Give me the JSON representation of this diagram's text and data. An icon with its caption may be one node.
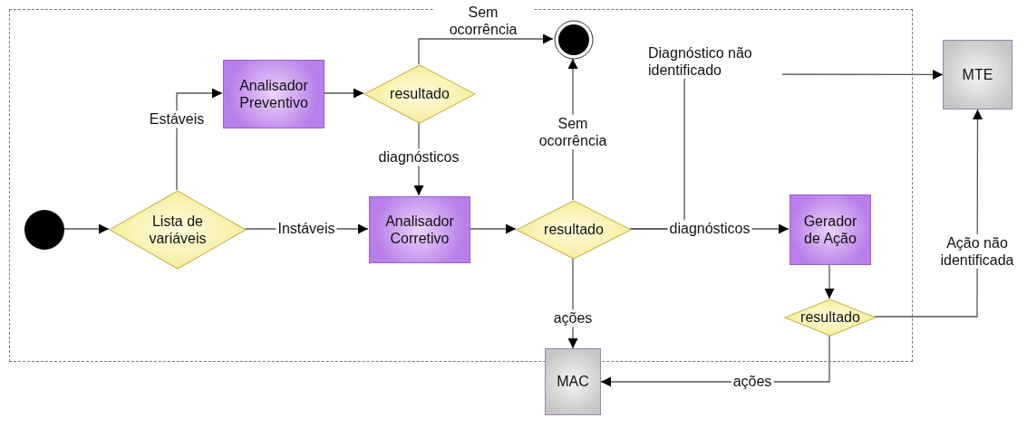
{
  "diagram": {
    "nodes": [
      {
        "text": [],
        "shape": "box"
      },
      {
        "text": [],
        "shape": "circle",
        "in": 0
      },
      {
        "text": [
          "Lista de variáveis"
        ],
        "in": 0
      },
      {
        "text": [
          "Analisador Preventivo"
        ],
        "in": 0
      },
      {
        "text": [
          "resultado"
        ],
        "in": 0
      },
      {
        "text": [],
        "shape": "circle",
        "in": 0
      },
      {
        "text": [
          "Analisador Corretivo"
        ],
        "in": 0
      },
      {
        "text": [
          "resultado"
        ],
        "in": 0
      },
      {
        "text": [
          "Gerador de Ação"
        ],
        "in": 0
      },
      {
        "text": [
          "resultado"
        ],
        "in": 0
      },
      {
        "text": [
          "MTE"
        ]
      },
      {
        "text": [
          "MAC"
        ]
      }
    ],
    "edges": [
      {
        "from": 1,
        "to": 2,
        "arrow": "to"
      },
      {
        "from": 2,
        "to": 3,
        "arrow": "to",
        "label": "Estáveis"
      },
      {
        "from": 2,
        "to": 6,
        "arrow": "to",
        "label": "Instáveis"
      },
      {
        "from": 3,
        "to": 4,
        "arrow": "to"
      },
      {
        "from": 4,
        "to": 5,
        "arrow": "to",
        "label": "Sem ocorrência"
      },
      {
        "from": 4,
        "to": 6,
        "arrow": "to",
        "label": "diagnósticos"
      },
      {
        "from": 6,
        "to": 7,
        "arrow": "to"
      },
      {
        "from": 7,
        "to": 5,
        "arrow": "to",
        "label": "Sem ocorrência"
      },
      {
        "from": 7,
        "to": 8,
        "arrow": "to",
        "label": "diagnósticos"
      },
      {
        "from": 7,
        "to": 10,
        "arrow": "to",
        "label": "Diagnóstico não identificado"
      },
      {
        "from": 7,
        "to": 11,
        "arrow": "to",
        "label": "ações"
      },
      {
        "from": 8,
        "to": 9,
        "arrow": "to"
      },
      {
        "from": 9,
        "to": 10,
        "arrow": "to",
        "label": "Ação não identificada"
      },
      {
        "from": 9,
        "to": 11,
        "arrow": "to",
        "label": "ações"
      }
    ]
  }
}
